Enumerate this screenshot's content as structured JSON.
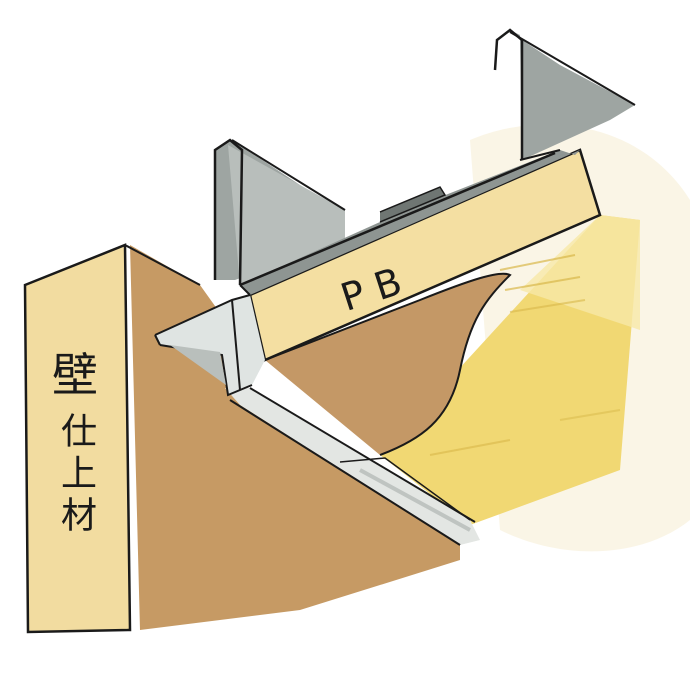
{
  "labels": {
    "board": "P B",
    "wall_first_char": "壁",
    "wall_rest": "仕上材"
  },
  "colors": {
    "wall_board": "#f2dca0",
    "wall_shadow": "#c69a64",
    "ceiling": "#f1d873",
    "ceiling_light": "#f8e9a8",
    "board_strip": "#f4dfa2",
    "metal": "#9ea5a2",
    "metal_light": "#dfe4e2",
    "outline": "#1a1a1a"
  },
  "icons": [
    "ceiling-edge-trim-icon"
  ]
}
